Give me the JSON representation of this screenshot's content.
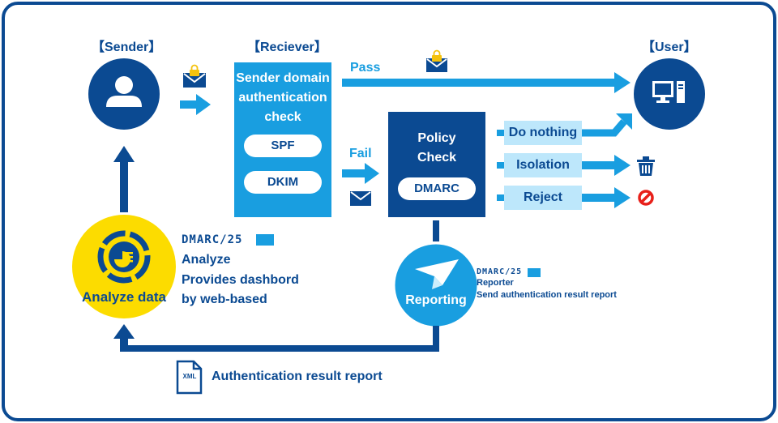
{
  "colors": {
    "dark_blue": "#0b4a92",
    "light_blue": "#199ee0",
    "pale_blue": "#bde7fb",
    "yellow": "#fcdc00",
    "red": "#e8201a",
    "white": "#ffffff"
  },
  "headers": {
    "sender": "【Sender】",
    "receiver": "【Reciever】",
    "user": "【User】"
  },
  "receiver_box": {
    "title_line1": "Sender domain",
    "title_line2": "authentication",
    "title_line3": "check",
    "spf": "SPF",
    "dkim": "DKIM"
  },
  "flow": {
    "pass": "Pass",
    "fail": "Fail"
  },
  "policy_box": {
    "title_line1": "Policy",
    "title_line2": "Check",
    "dmarc": "DMARC"
  },
  "actions": [
    {
      "label": "Do nothing",
      "icon": "up-right-arrow-to-user"
    },
    {
      "label": "Isolation",
      "icon": "trash-icon"
    },
    {
      "label": "Reject",
      "icon": "prohibited-icon"
    }
  ],
  "analyze": {
    "circle_label": "Analyze data",
    "logo_text": "DMARC/25",
    "product_name": "Analyze",
    "desc_line1": "Provides dashbord",
    "desc_line2": "by web-based"
  },
  "reporting": {
    "circle_label": "Reporting",
    "logo_text": "DMARC/25",
    "product_name": "Reporter",
    "description": "Send authentication result report"
  },
  "report_file": {
    "file_type": "XML",
    "label": "Authentication result report"
  },
  "icons": [
    "person-icon",
    "envelope-lock-icon",
    "computer-icon",
    "trash-icon",
    "prohibited-icon",
    "pie-chart-icon",
    "paper-plane-icon",
    "xml-file-icon"
  ]
}
